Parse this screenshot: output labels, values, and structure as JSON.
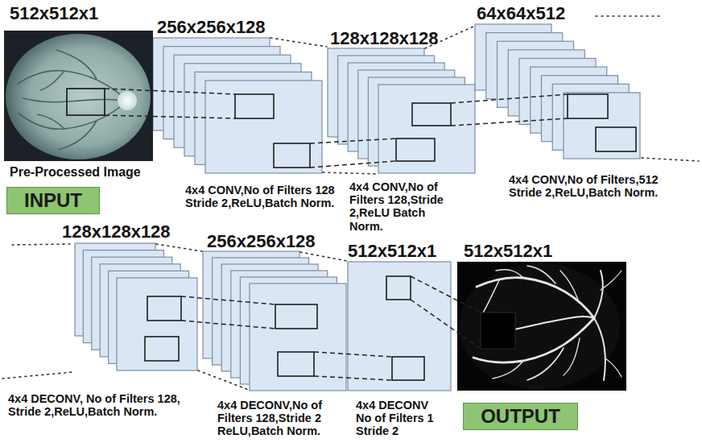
{
  "diagram": {
    "nodes": [
      {
        "text": [
          "512x512x1",
          "Pre-Processed Image"
        ]
      },
      {
        "text": [
          "INPUT"
        ]
      },
      {
        "text": [
          "256x256x128",
          "4x4 CONV,No of Filters 128 Stride 2,ReLU,Batch Norm."
        ]
      },
      {
        "text": [
          "128x128x128",
          "4x4 CONV,No of Filters 128,Stride 2,ReLU Batch Norm."
        ]
      },
      {
        "text": [
          "64x64x512",
          "4x4 CONV,No of Filters,512 Stride 2,ReLU,Batch Norm."
        ]
      },
      {
        "text": [
          "128x128x128",
          "4x4 DECONV, No of Filters 128, Stride 2,ReLU,Batch Norm."
        ]
      },
      {
        "text": [
          "256x256x128",
          "4x4 DECONV,No of Filters 128,Stride 2 ReLU,Batch Norm."
        ]
      },
      {
        "text": [
          "512x512x1",
          "4x4 DECONV No of Filters 1 Stride 2"
        ]
      },
      {
        "text": [
          "512x512x1"
        ]
      },
      {
        "text": [
          "OUTPUT"
        ]
      }
    ]
  }
}
